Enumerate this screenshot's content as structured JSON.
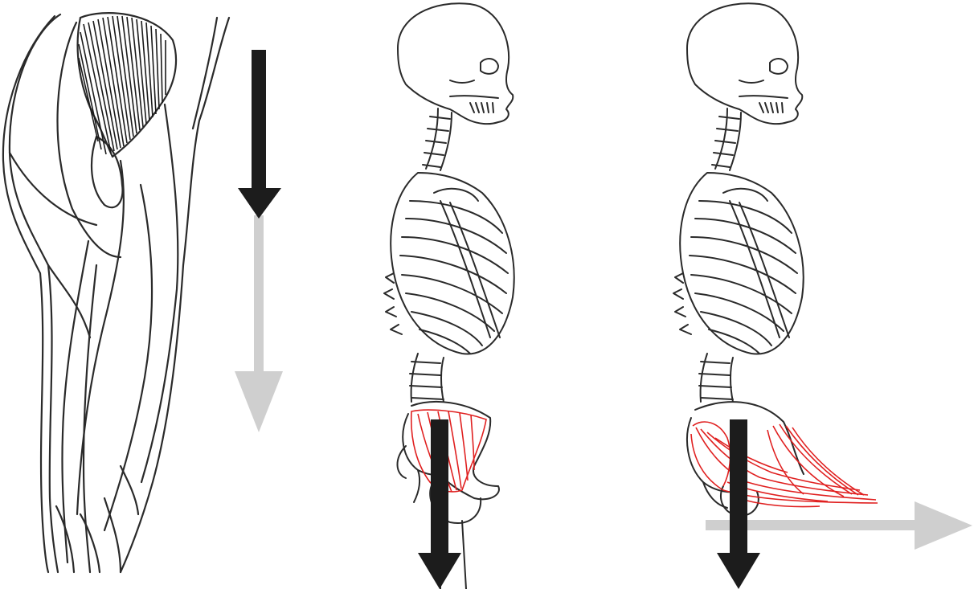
{
  "panels": [
    {
      "figure": "leg-with-muscle",
      "arrows": [
        "downward-force-black",
        "downward-force-gray"
      ]
    },
    {
      "figure": "skeleton-side-view",
      "muscle_color": "#e02020",
      "arrows": [
        "downward-force-black"
      ]
    },
    {
      "figure": "skeleton-side-view",
      "muscle_color": "#e02020",
      "arrows": [
        "downward-force-black",
        "horizontal-force-gray"
      ]
    }
  ],
  "colors": {
    "outline": "#2a2a2a",
    "muscle_shading": "#1a1a1a",
    "muscle_red": "#e02020",
    "arrow_black": "#1c1c1c",
    "arrow_gray": "#cfcfcf"
  }
}
